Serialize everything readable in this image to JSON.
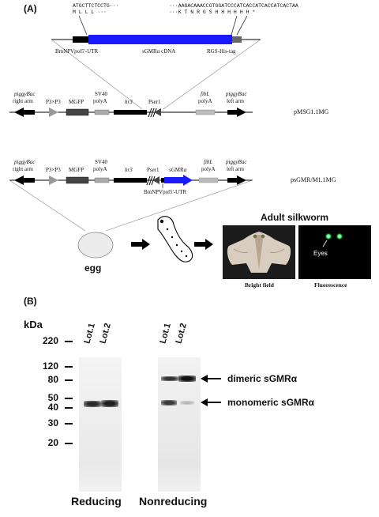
{
  "panel_a": {
    "letter": "(A)",
    "seq_top_left": "ATGCTTCTCCTG···",
    "seq_top_left_aa": "M  L  L  L ···",
    "seq_top_right": "···AAGACAAACCGTGGATCCCATCACCATCACCATCACTAA",
    "seq_top_right_aa": "···K  T  N  R  G  S  H  H  H  H  H  H  *",
    "utr_label": "BmNPVpol5'-UTR",
    "cdna_label": "sGMRα cDNA",
    "rgs_label": "RGS-His-tag",
    "piggybac": "piggyBac",
    "right_arm": "right arm",
    "left_arm": "left arm",
    "p3xp3": "P3×P3",
    "mgfp": "MGFP",
    "sv40_1": "SV40",
    "sv40_2": "polyA",
    "hr3": "hr3",
    "pser1": "Pser1",
    "fibl_1": "fibL",
    "fibl_2": "polyA",
    "plasmid1": "pMSG1.1MG",
    "plasmid2": "psGMR/M1.1MG",
    "sgmr_box": "sGMRα",
    "utr_label2": "BmNPVpol5'-UTR",
    "adult_title": "Adult silkworm",
    "eyes_label": "Eyes",
    "bright_field": "Bright field",
    "fluorescence": "Fluorescence",
    "egg": "egg"
  },
  "panel_b": {
    "letter": "(B)",
    "kda": "kDa",
    "markers": [
      "220",
      "120",
      "80",
      "50",
      "40",
      "30",
      "20"
    ],
    "lanes_reducing": [
      "Lot.1",
      "Lot.2"
    ],
    "lanes_nonreducing": [
      "Lot.1",
      "Lot.2"
    ],
    "dimeric": "dimeric sGMRα",
    "monomeric": "monomeric sGMRα",
    "reducing": "Reducing",
    "nonreducing": "Nonreducing"
  },
  "colors": {
    "cdna_blue": "#1a1aff",
    "arrow_black": "#000000",
    "fluor_green": "#3dff6a"
  }
}
